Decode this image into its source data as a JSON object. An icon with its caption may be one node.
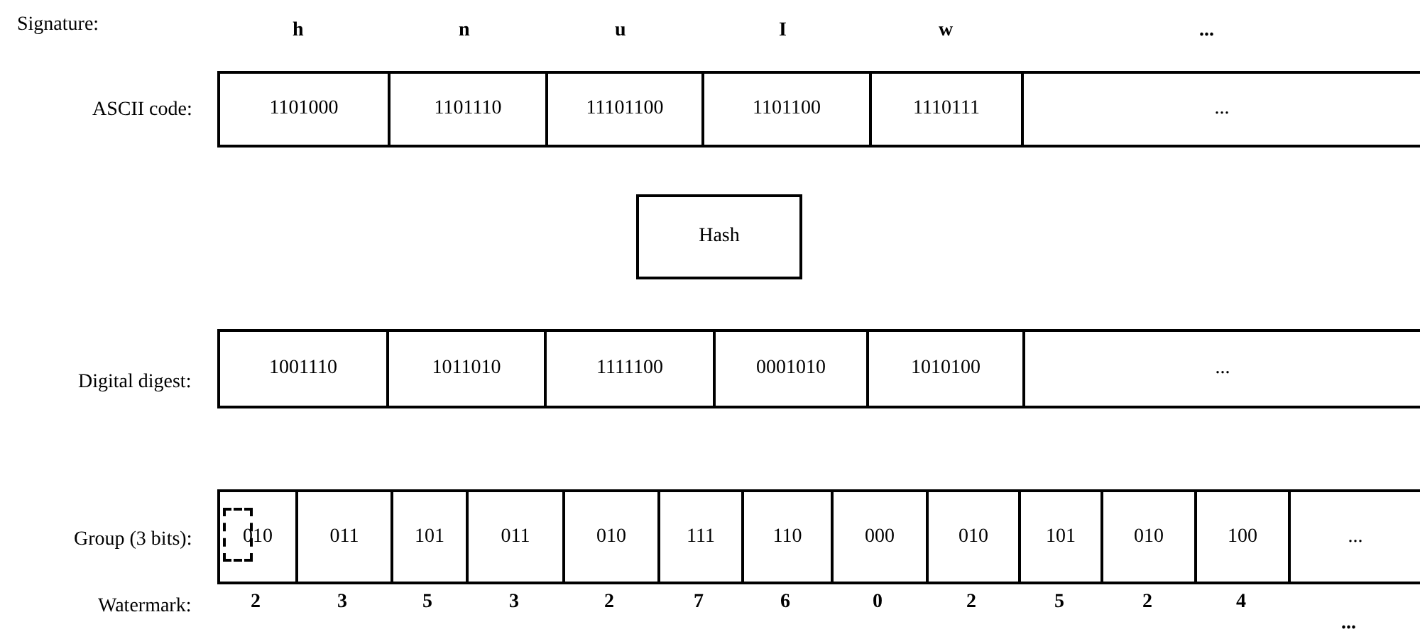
{
  "diagram": {
    "nodes": [
      {
        "text": [
          "1101000"
        ]
      },
      {
        "text": [
          "1101110"
        ]
      },
      {
        "text": [
          "11101100"
        ]
      },
      {
        "text": [
          "1101100"
        ]
      },
      {
        "text": [
          "1110111"
        ]
      },
      {
        "text": [
          "..."
        ]
      },
      {
        "text": [
          "Hash"
        ]
      },
      {
        "text": [
          "1001110"
        ]
      },
      {
        "text": [
          "1011010"
        ]
      },
      {
        "text": [
          "1111100"
        ]
      },
      {
        "text": [
          "0001010"
        ]
      },
      {
        "text": [
          "1010100"
        ]
      },
      {
        "text": [
          "..."
        ]
      },
      {
        "text": [
          "010"
        ]
      },
      {
        "text": [
          "011"
        ]
      },
      {
        "text": [
          "101"
        ]
      },
      {
        "text": [
          "011"
        ]
      },
      {
        "text": [
          "010"
        ]
      },
      {
        "text": [
          "111"
        ]
      },
      {
        "text": [
          "110"
        ]
      },
      {
        "text": [
          "000"
        ]
      },
      {
        "text": [
          "010"
        ]
      },
      {
        "text": [
          "101"
        ]
      },
      {
        "text": [
          "010"
        ]
      },
      {
        "text": [
          "100"
        ]
      },
      {
        "text": [
          "..."
        ]
      }
    ],
    "edges": [],
    "labels": [
      "Signature:",
      "h",
      "n",
      "u",
      "I",
      "w",
      "...",
      "ASCII code:",
      "Digital digest:",
      "Group (3 bits):",
      "Watermark:",
      "2",
      "3",
      "5",
      "3",
      "2",
      "7",
      "6",
      "0",
      "2",
      "5",
      "2",
      "4",
      "..."
    ]
  }
}
